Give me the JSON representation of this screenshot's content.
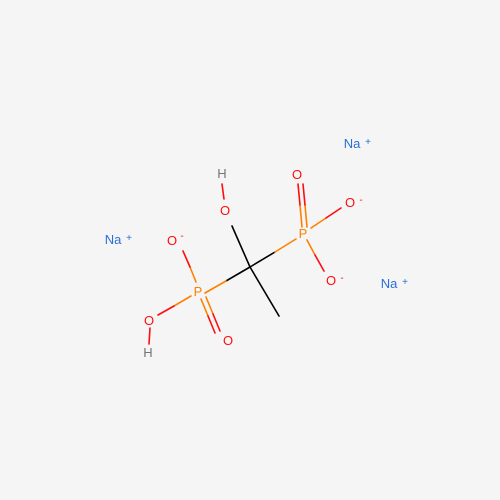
{
  "molecule": {
    "colors": {
      "background": "#f5f5f5",
      "oxygen": "#ff0d0d",
      "phosphorus": "#ff8000",
      "sodium": "#2b6fd6",
      "hydrogen": "#757575",
      "carbon": "#000000"
    },
    "labels": {
      "na1": "Na",
      "na1_charge": "+",
      "na2": "Na",
      "na2_charge": "+",
      "na3": "Na",
      "na3_charge": "+",
      "hydroxyl_o": "O",
      "hydroxyl_h": "H",
      "p_left": "P",
      "p_right": "P",
      "o_minus_left": "O",
      "o_minus_left_charge": "-",
      "o_double_left": "O",
      "oh_left_o": "O",
      "oh_left_h": "H",
      "o_double_right": "O",
      "o_minus_right_top": "O",
      "o_minus_right_top_charge": "-",
      "o_minus_right_bottom": "O",
      "o_minus_right_bottom_charge": "-"
    }
  }
}
